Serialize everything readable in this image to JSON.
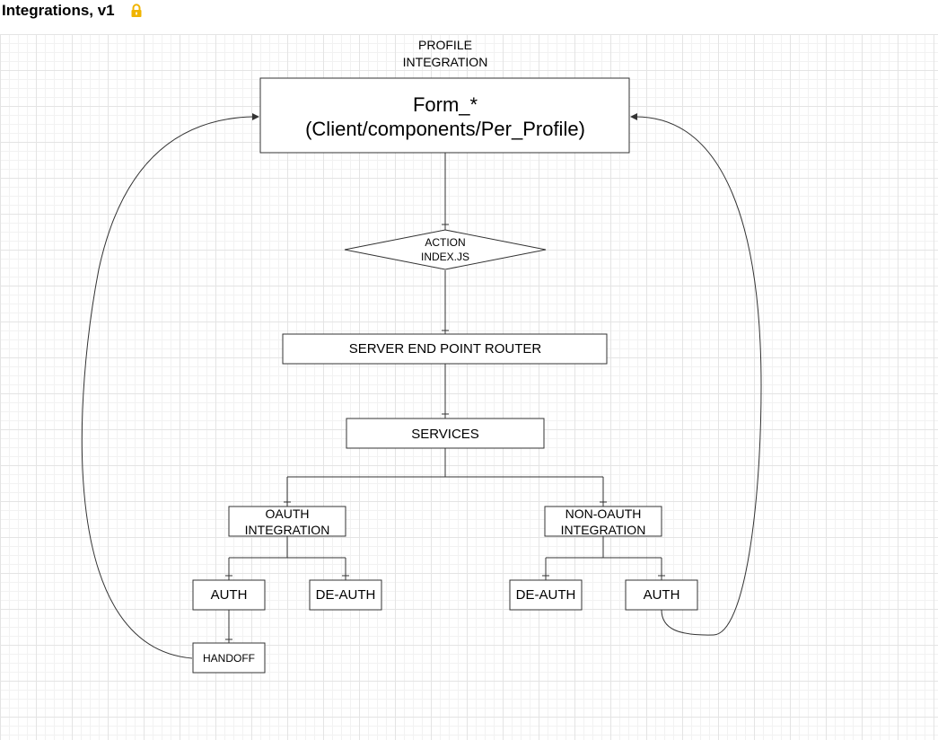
{
  "page": {
    "title": "Integrations, v1",
    "lock_icon": "lock-icon",
    "lock_color": "#f0b400"
  },
  "diagram": {
    "header": [
      "PROFILE",
      "INTEGRATION"
    ],
    "form": [
      "Form_*",
      "(Client/components/Per_Profile)"
    ],
    "action": [
      "ACTION",
      "INDEX.JS"
    ],
    "router": "SERVER END POINT ROUTER",
    "services": "SERVICES",
    "oauth": [
      "OAUTH",
      "INTEGRATION"
    ],
    "non_oauth": [
      "NON-OAUTH",
      "INTEGRATION"
    ],
    "oauth_auth": "AUTH",
    "oauth_deauth": "DE-AUTH",
    "nonoauth_deauth": "DE-AUTH",
    "nonoauth_auth": "AUTH",
    "handoff": "HANDOFF"
  }
}
